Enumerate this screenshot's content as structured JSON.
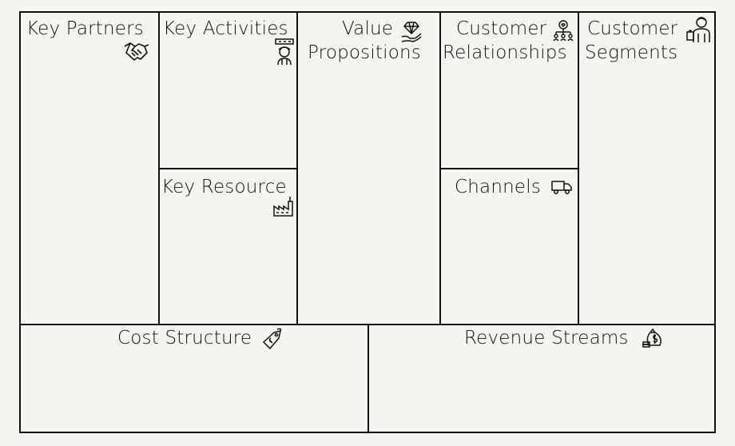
{
  "canvas": {
    "blocks": {
      "key_partners": {
        "label": "Key Partners",
        "icon": "handshake-icon"
      },
      "key_activities": {
        "label": "Key Activities",
        "icon": "worker-icon"
      },
      "value_propositions": {
        "line1": "Value",
        "line2": "Propositions",
        "icon": "diamond-hand-icon"
      },
      "customer_relationships": {
        "line1": "Customer",
        "line2": "Relationships",
        "icon": "network-heart-icon"
      },
      "customer_segments": {
        "line1": "Customer",
        "line2": "Segments",
        "icon": "customer-shopping-icon"
      },
      "key_resource": {
        "label": "Key Resource",
        "icon": "factory-icon"
      },
      "channels": {
        "label": "Channels",
        "icon": "delivery-truck-icon"
      },
      "cost_structure": {
        "label": "Cost Structure",
        "icon": "price-tag-icon"
      },
      "revenue_streams": {
        "label": "Revenue Streams",
        "icon": "money-bag-icon"
      }
    }
  }
}
